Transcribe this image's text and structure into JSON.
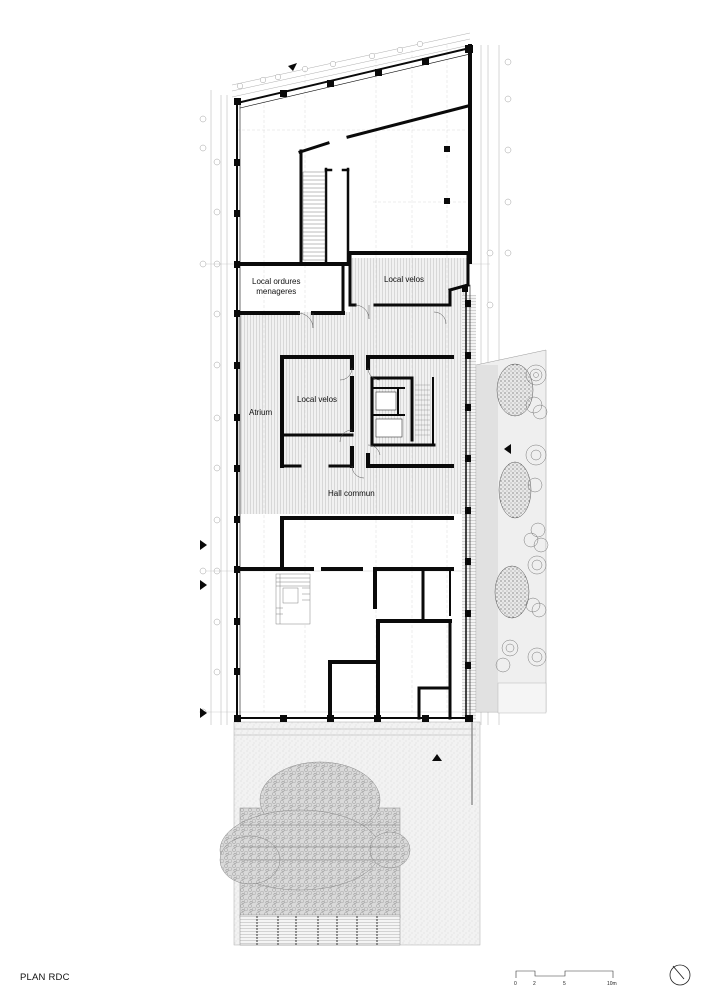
{
  "drawing": {
    "title": "PLAN RDC",
    "rooms": [
      {
        "id": "local-ordures",
        "label_line1": "Local ordures",
        "label_line2": "menageres"
      },
      {
        "id": "local-velos-north",
        "label": "Local velos"
      },
      {
        "id": "local-velos-center",
        "label": "Local velos"
      },
      {
        "id": "atrium",
        "label": "Atrium"
      },
      {
        "id": "hall-commun",
        "label": "Hall commun"
      }
    ],
    "scale_bar": {
      "ticks": [
        "0",
        "2",
        "5",
        "10m"
      ]
    },
    "north_arrow": "north-arrow-icon",
    "entrance_markers": 6,
    "colors": {
      "wall": "#0a0a0a",
      "hatch": "#bdbdbd",
      "grid": "#9a9a9a",
      "landscape": "#e6e6e6",
      "tree": "#8a8a8a"
    }
  }
}
